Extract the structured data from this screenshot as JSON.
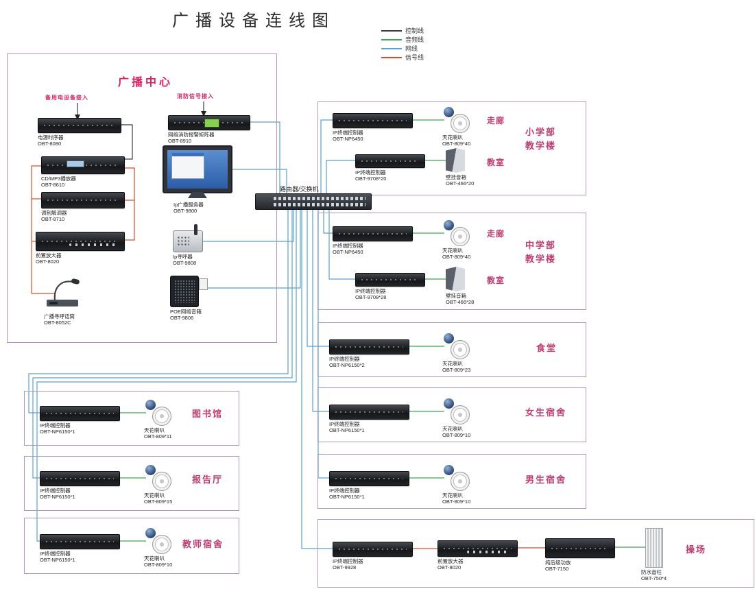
{
  "title": "广播设备连线图",
  "legend": {
    "items": [
      {
        "label": "控制线",
        "color": "#3a3a3a"
      },
      {
        "label": "音频线",
        "color": "#3aa655"
      },
      {
        "label": "网线",
        "color": "#58a0d8"
      },
      {
        "label": "信号线",
        "color": "#e04a2a"
      }
    ]
  },
  "center": {
    "title": "广播中心",
    "annotations": {
      "backup_power": "备用电设备接入",
      "fire_signal": "消防信号接入"
    },
    "devices": {
      "power_sequencer": {
        "name": "电源时序器",
        "model": "OBT-8080"
      },
      "cd_player": {
        "name": "CD/MP3播放器",
        "model": "OBT-8610"
      },
      "modem": {
        "name": "调制解调器",
        "model": "OBT-8710"
      },
      "preamp": {
        "name": "前置放大器",
        "model": "OBT-8020"
      },
      "paging_mic": {
        "name": "广播寻呼话筒",
        "model": "OBT-8052C"
      },
      "fire_matrix": {
        "name": "网络消防报警矩阵器",
        "model": "OBT-8910"
      },
      "ip_server": {
        "name": "Ip广播服务器",
        "model": "OBT-9800"
      },
      "ip_pager": {
        "name": "Ip寻呼器",
        "model": "OBT-9808"
      },
      "poe_speaker": {
        "name": "POE网络音箱",
        "model": "OBT-9806"
      }
    }
  },
  "network": {
    "switch_label": "路由器/交换机"
  },
  "zones": [
    {
      "name": "小学部教学楼",
      "name_lines": [
        "小学部",
        "教学楼"
      ],
      "rows": [
        {
          "controller": {
            "name": "IP终端控制器",
            "model": "OBT-NP6450"
          },
          "speaker": {
            "name": "天花喇叭",
            "model": "OBT-809*40"
          },
          "room": "走廊"
        },
        {
          "controller": {
            "name": "IP终端控制器",
            "model": "OBT-9708*20"
          },
          "speaker": {
            "name": "壁挂音箱",
            "model": "OBT-466*20"
          },
          "room": "教室"
        }
      ]
    },
    {
      "name": "中学部教学楼",
      "name_lines": [
        "中学部",
        "教学楼"
      ],
      "rows": [
        {
          "controller": {
            "name": "IP终端控制器",
            "model": "OBT-NP6450"
          },
          "speaker": {
            "name": "天花喇叭",
            "model": "OBT-809*40"
          },
          "room": "走廊"
        },
        {
          "controller": {
            "name": "IP终端控制器",
            "model": "OBT-9708*28"
          },
          "speaker": {
            "name": "壁挂音箱",
            "model": "OBT-466*28"
          },
          "room": "教室"
        }
      ]
    },
    {
      "name": "食堂",
      "rows": [
        {
          "controller": {
            "name": "IP终端控制器",
            "model": "OBT-NP6150*2"
          },
          "speaker": {
            "name": "天花喇叭",
            "model": "OBT-809*23"
          }
        }
      ]
    },
    {
      "name": "女生宿舍",
      "rows": [
        {
          "controller": {
            "name": "IP终端控制器",
            "model": "OBT-NP6150*1"
          },
          "speaker": {
            "name": "天花喇叭",
            "model": "OBT-809*10"
          }
        }
      ]
    },
    {
      "name": "男生宿舍",
      "rows": [
        {
          "controller": {
            "name": "IP终端控制器",
            "model": "OBT-NP6150*1"
          },
          "speaker": {
            "name": "天花喇叭",
            "model": "OBT-809*10"
          }
        }
      ]
    },
    {
      "name": "操场",
      "chain": {
        "controller": {
          "name": "IP终端控制器",
          "model": "OBT-9928"
        },
        "preamp": {
          "name": "前置放大器",
          "model": "OBT-8020"
        },
        "amp": {
          "name": "纯后级功放",
          "model": "OBT-7150"
        },
        "column": {
          "name": "防水音柱",
          "model": "OBT-750*4"
        }
      }
    },
    {
      "name": "图书馆",
      "rows": [
        {
          "controller": {
            "name": "IP终端控制器",
            "model": "OBT-NP6150*1"
          },
          "speaker": {
            "name": "天花喇叭",
            "model": "OBT-809*11"
          }
        }
      ]
    },
    {
      "name": "报告厅",
      "rows": [
        {
          "controller": {
            "name": "IP终端控制器",
            "model": "OBT-NP6150*1"
          },
          "speaker": {
            "name": "天花喇叭",
            "model": "OBT-809*15"
          }
        }
      ]
    },
    {
      "name": "教师宿舍",
      "rows": [
        {
          "controller": {
            "name": "IP终端控制器",
            "model": "OBT-NP6150*1"
          },
          "speaker": {
            "name": "天花喇叭",
            "model": "OBT-809*10"
          }
        }
      ]
    }
  ]
}
